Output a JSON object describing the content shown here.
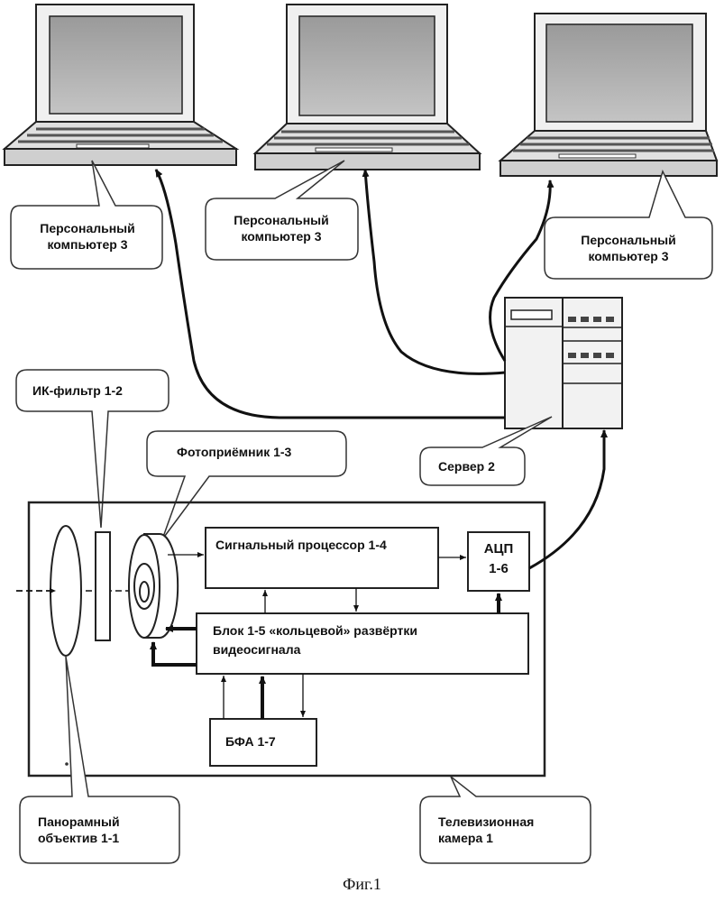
{
  "labels": {
    "pc_left": "Персональный\nкомпьютер 3",
    "pc_middle": "Персональный\nкомпьютер 3",
    "pc_right": "Персональный\nкомпьютер 3",
    "ir_filter": "ИК-фильтр 1-2",
    "photodetector": "Фотоприёмник 1-3",
    "server": "Сервер 2",
    "signal_processor": "Сигнальный процессор 1-4",
    "adc_line1": "АЦП",
    "adc_line2": "1-6",
    "scan_block_line1": "Блок  1-5 «кольцевой» развёртки",
    "scan_block_line2": "видеосигнала",
    "bfa": "БФА 1-7",
    "panoramic_lens": "Панорамный\nобъектив  1-1",
    "tv_camera": "Телевизионная\nкамера 1"
  },
  "caption": "Фиг.1"
}
